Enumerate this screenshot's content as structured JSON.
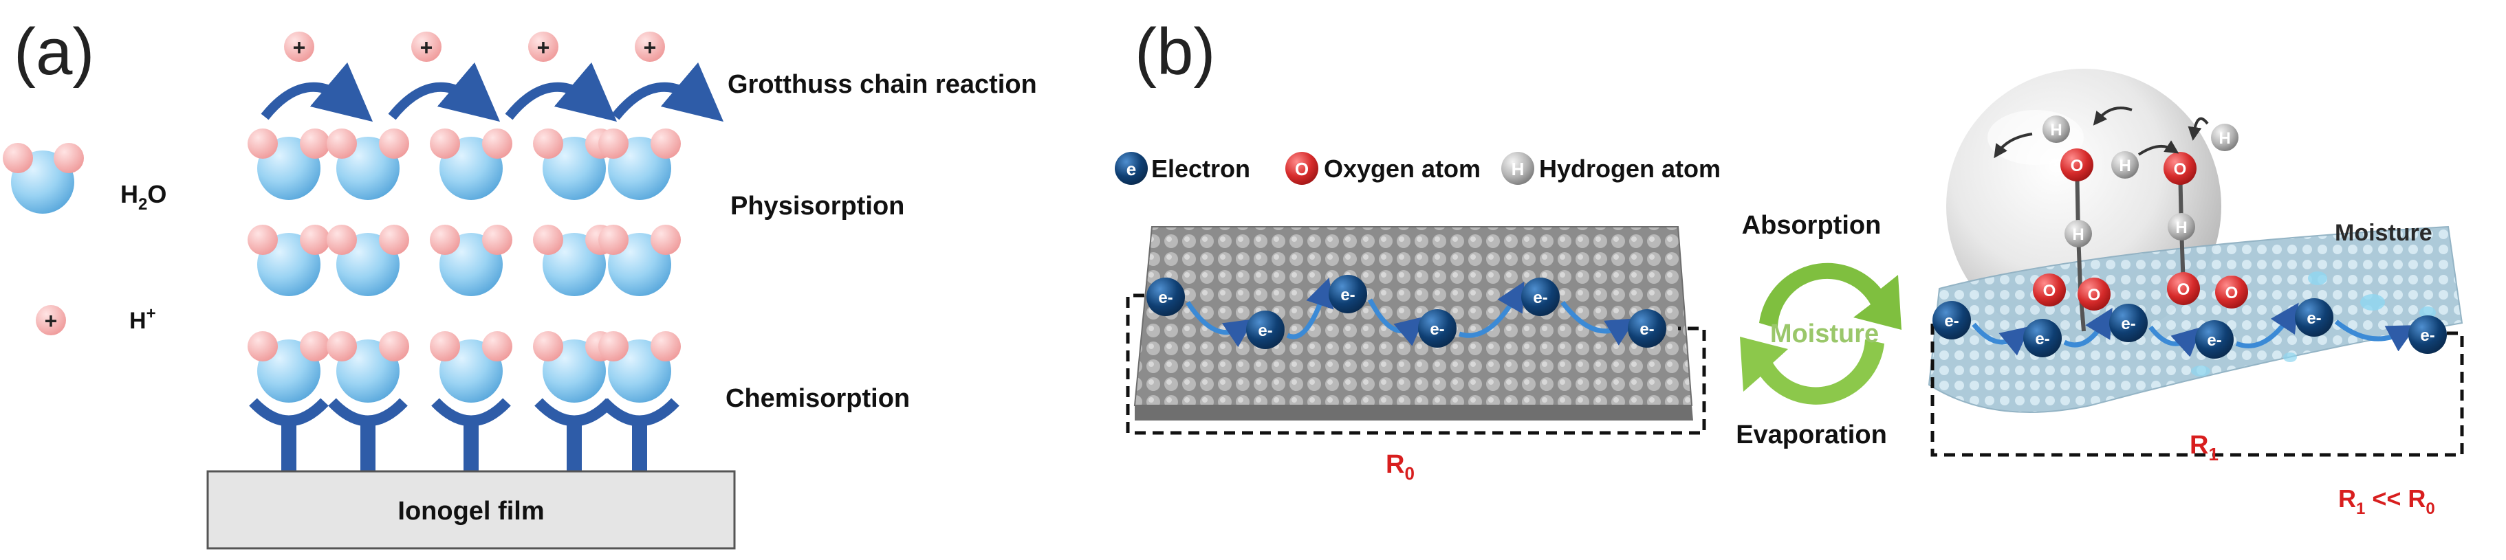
{
  "panel_a": {
    "label": "(a)",
    "legend": {
      "water_label": "H",
      "water_sub": "2",
      "water_tail": "O",
      "proton_label": "H",
      "proton_sup": "+",
      "proton_symbol": "+"
    },
    "layers": {
      "grotthuss": "Grotthuss chain reaction",
      "physisorption": "Physisorption",
      "chemisorption": "Chemisorption"
    },
    "substrate": "Ionogel film"
  },
  "panel_b": {
    "label": "(b)",
    "legend": {
      "electron_symbol": "e",
      "electron_label": "Electron",
      "oxygen_symbol": "O",
      "oxygen_label": "Oxygen atom",
      "hydrogen_symbol": "H",
      "hydrogen_label": "Hydrogen atom"
    },
    "cycle": {
      "top": "Absorption",
      "center": "Moisture",
      "bottom": "Evaporation"
    },
    "moisture_label": "Moisture",
    "electron_symbol": "e",
    "electron_sup": "-",
    "r0": "R",
    "r0_sub": "0",
    "r1": "R",
    "r1_sub": "1",
    "comparison": {
      "a": "R",
      "a_sub": "1",
      "op": " << ",
      "b": "R",
      "b_sub": "0"
    }
  },
  "colors": {
    "water_body": "#8fcff0",
    "water_h": "#f4a8a8",
    "proton": "#f4a8a8",
    "receptor": "#2e5ca8",
    "arrow": "#2e5ca8",
    "electron": "#0f3f73",
    "oxygen": "#d62b2b",
    "hydrogen": "#b4b4b4",
    "resistance_text": "#d81e1e",
    "cycle_green": "#7fbf3f",
    "substrate_fill": "#e5e5e5"
  }
}
